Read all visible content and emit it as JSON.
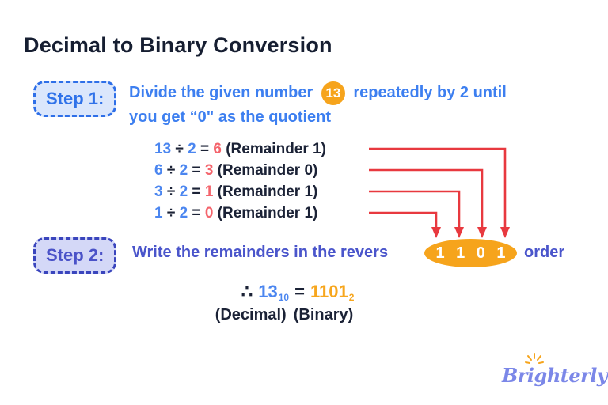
{
  "title": "Decimal to Binary Conversion",
  "colors": {
    "dark_navy": "#1b2236",
    "step1_blue": "#2f72e9",
    "instruction_blue": "#3d7ff0",
    "equation_blue": "#4b86f0",
    "quotient_salmon": "#f4646c",
    "arrow_red": "#e8393f",
    "orange": "#f6a41c",
    "step2_indigo": "#4a55cb",
    "logo_periwinkle": "#7b87e8"
  },
  "step1": {
    "label": "Step 1:",
    "pre": "Divide the given number",
    "number_badge": "13",
    "post": "repeatedly by 2 until",
    "line2": "you get “0\" as the quotient"
  },
  "division_rows": [
    {
      "dividend": "13",
      "op": "÷",
      "divisor": "2",
      "eq": "=",
      "quotient": "6",
      "remainder": "(Remainder 1)"
    },
    {
      "dividend": "6",
      "op": "÷",
      "divisor": "2",
      "eq": "=",
      "quotient": "3",
      "remainder": "(Remainder 0)"
    },
    {
      "dividend": "3",
      "op": "÷",
      "divisor": "2",
      "eq": "=",
      "quotient": "1",
      "remainder": "(Remainder 1)"
    },
    {
      "dividend": "1",
      "op": "÷",
      "divisor": "2",
      "eq": "=",
      "quotient": "0",
      "remainder": "(Remainder 1)"
    }
  ],
  "step2": {
    "label": "Step 2:",
    "pre": "Write the remainders in the revers",
    "digits": [
      "1",
      "1",
      "0",
      "1"
    ],
    "post": "order"
  },
  "conclusion": {
    "therefore": "∴",
    "decimal_value": "13",
    "decimal_base": "10",
    "equals": "=",
    "binary_value": "1101",
    "binary_base": "2",
    "decimal_label": "(Decimal)",
    "binary_label": "(Binary)"
  },
  "logo": {
    "text": "Brighterly"
  }
}
